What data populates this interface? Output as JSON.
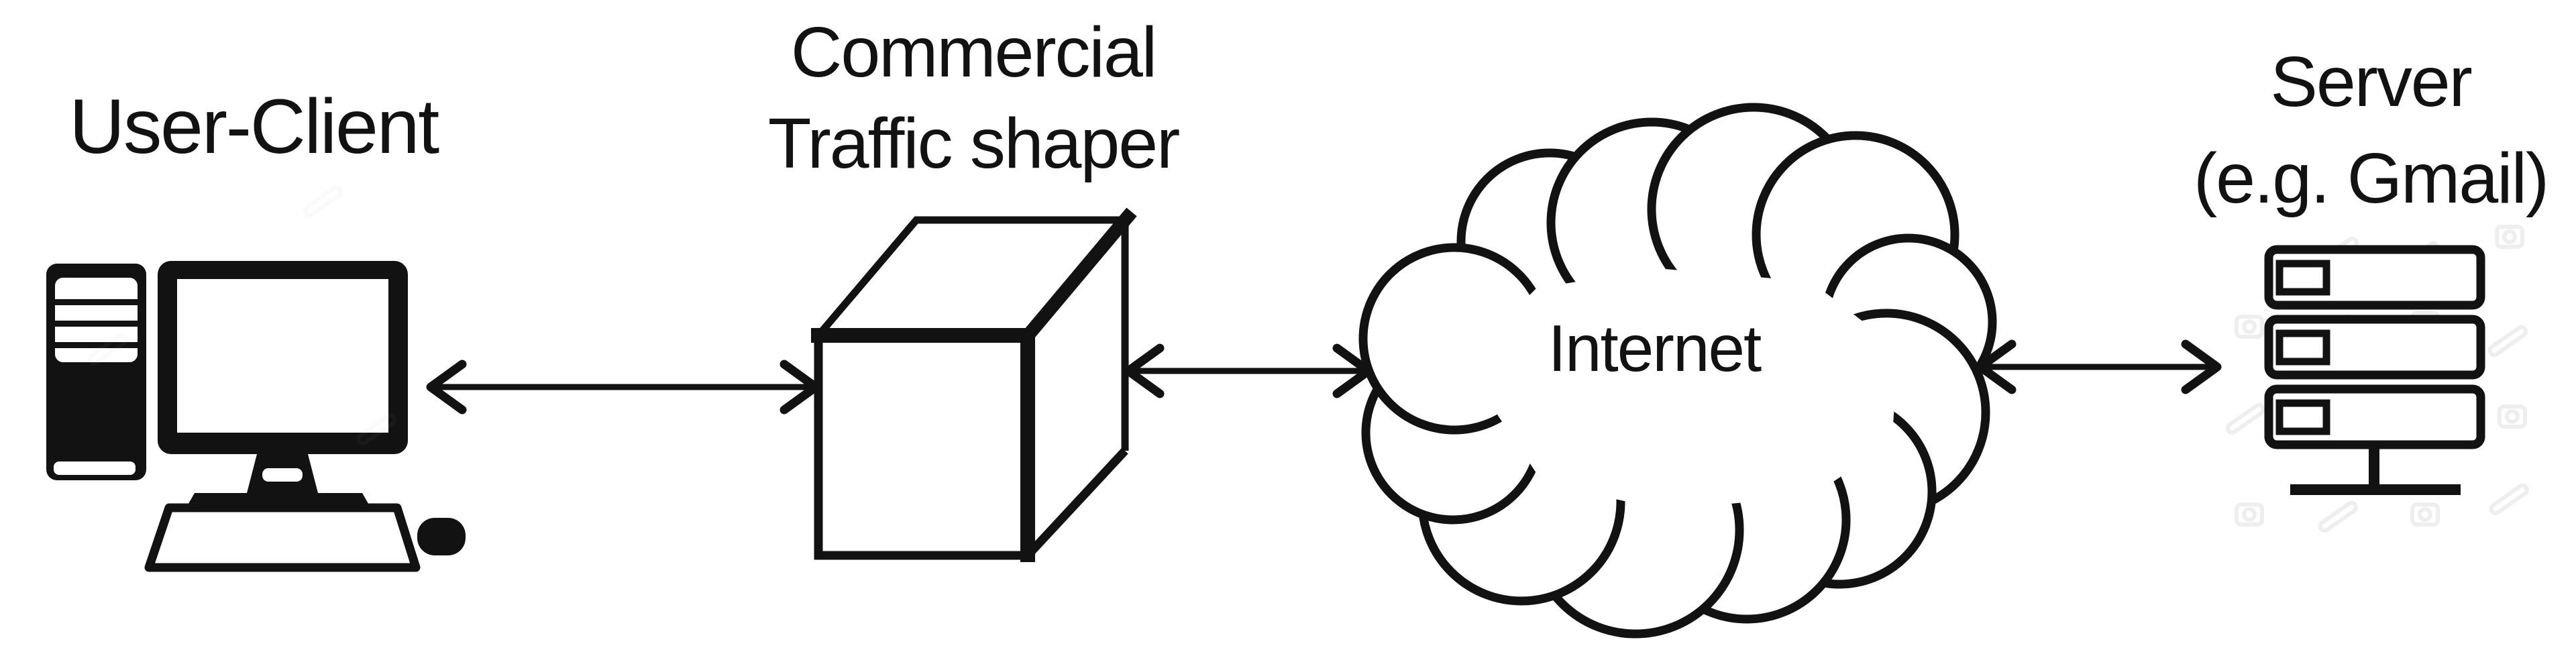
{
  "page": {
    "background_color": "#ffffff",
    "ink_color": "#121212",
    "watermark_color": "#9a9a9a"
  },
  "diagram": {
    "type": "network-topology-diagram",
    "nodes": {
      "user_client": {
        "label": "User-Client",
        "icon": "desktop-computer-icon"
      },
      "traffic_shaper": {
        "label_lines": [
          "Commercial",
          "Traffic shaper"
        ],
        "icon": "cube-icon"
      },
      "internet": {
        "label": "Internet",
        "icon": "cloud-icon"
      },
      "server": {
        "label_lines": [
          "Server",
          "(e.g. Gmail)"
        ],
        "icon": "server-rack-icon"
      }
    },
    "edges": [
      {
        "from": "user_client",
        "to": "traffic_shaper",
        "style": "double-headed-arrow"
      },
      {
        "from": "traffic_shaper",
        "to": "internet",
        "style": "double-headed-arrow"
      },
      {
        "from": "internet",
        "to": "server",
        "style": "double-headed-arrow"
      }
    ]
  }
}
